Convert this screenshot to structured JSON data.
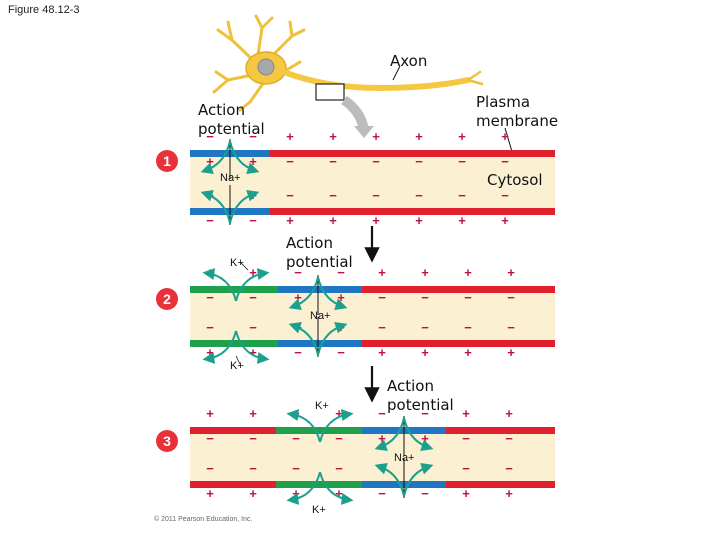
{
  "figure_title": "Figure 48.12-3",
  "labels": {
    "axon": "Axon",
    "action_potential": "Action potential",
    "plasma_membrane": "Plasma membrane",
    "cytosol": "Cytosol",
    "na_ion": "Na+",
    "k_ion": "K+"
  },
  "steps": [
    "1",
    "2",
    "3"
  ],
  "copyright": "© 2011 Pearson Education, Inc.",
  "colors": {
    "resting_membrane": "#e0202c",
    "depolarized_membrane": "#1f77c4",
    "refractory_membrane": "#1fa04a",
    "cytosol": "#fbf0d2",
    "ion_arrow": "#1aa08c",
    "neuron": "#f5c842"
  }
}
